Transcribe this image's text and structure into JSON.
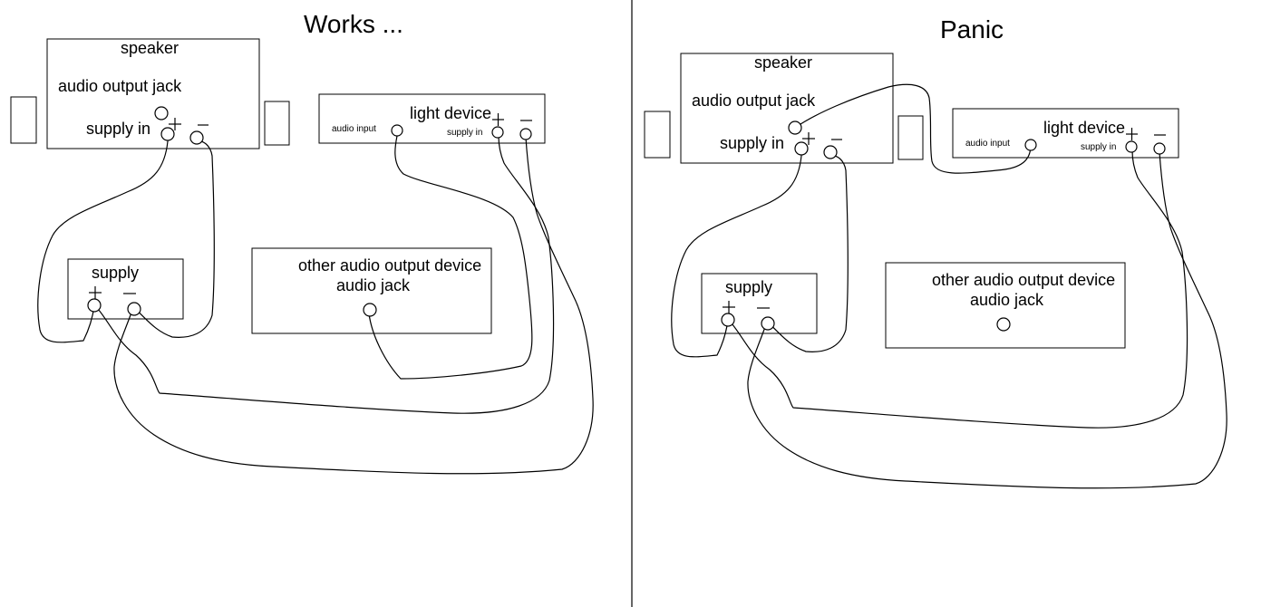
{
  "left": {
    "title": "Works ...",
    "speaker": {
      "name": "speaker",
      "output": "audio output jack",
      "supply_in": "supply in"
    },
    "light": {
      "name": "light device",
      "audio_input": "audio input",
      "supply_in": "supply in"
    },
    "supply": {
      "name": "supply"
    },
    "other": {
      "line1": "other audio output device",
      "line2": "audio jack"
    }
  },
  "right": {
    "title": "Panic",
    "speaker": {
      "name": "speaker",
      "output": "audio output jack",
      "supply_in": "supply in"
    },
    "light": {
      "name": "light device",
      "audio_input": "audio input",
      "supply_in": "supply in"
    },
    "supply": {
      "name": "supply"
    },
    "other": {
      "line1": "other audio output device",
      "line2": "audio jack"
    }
  },
  "colors": {
    "ink": "#000000",
    "paper": "#ffffff"
  }
}
